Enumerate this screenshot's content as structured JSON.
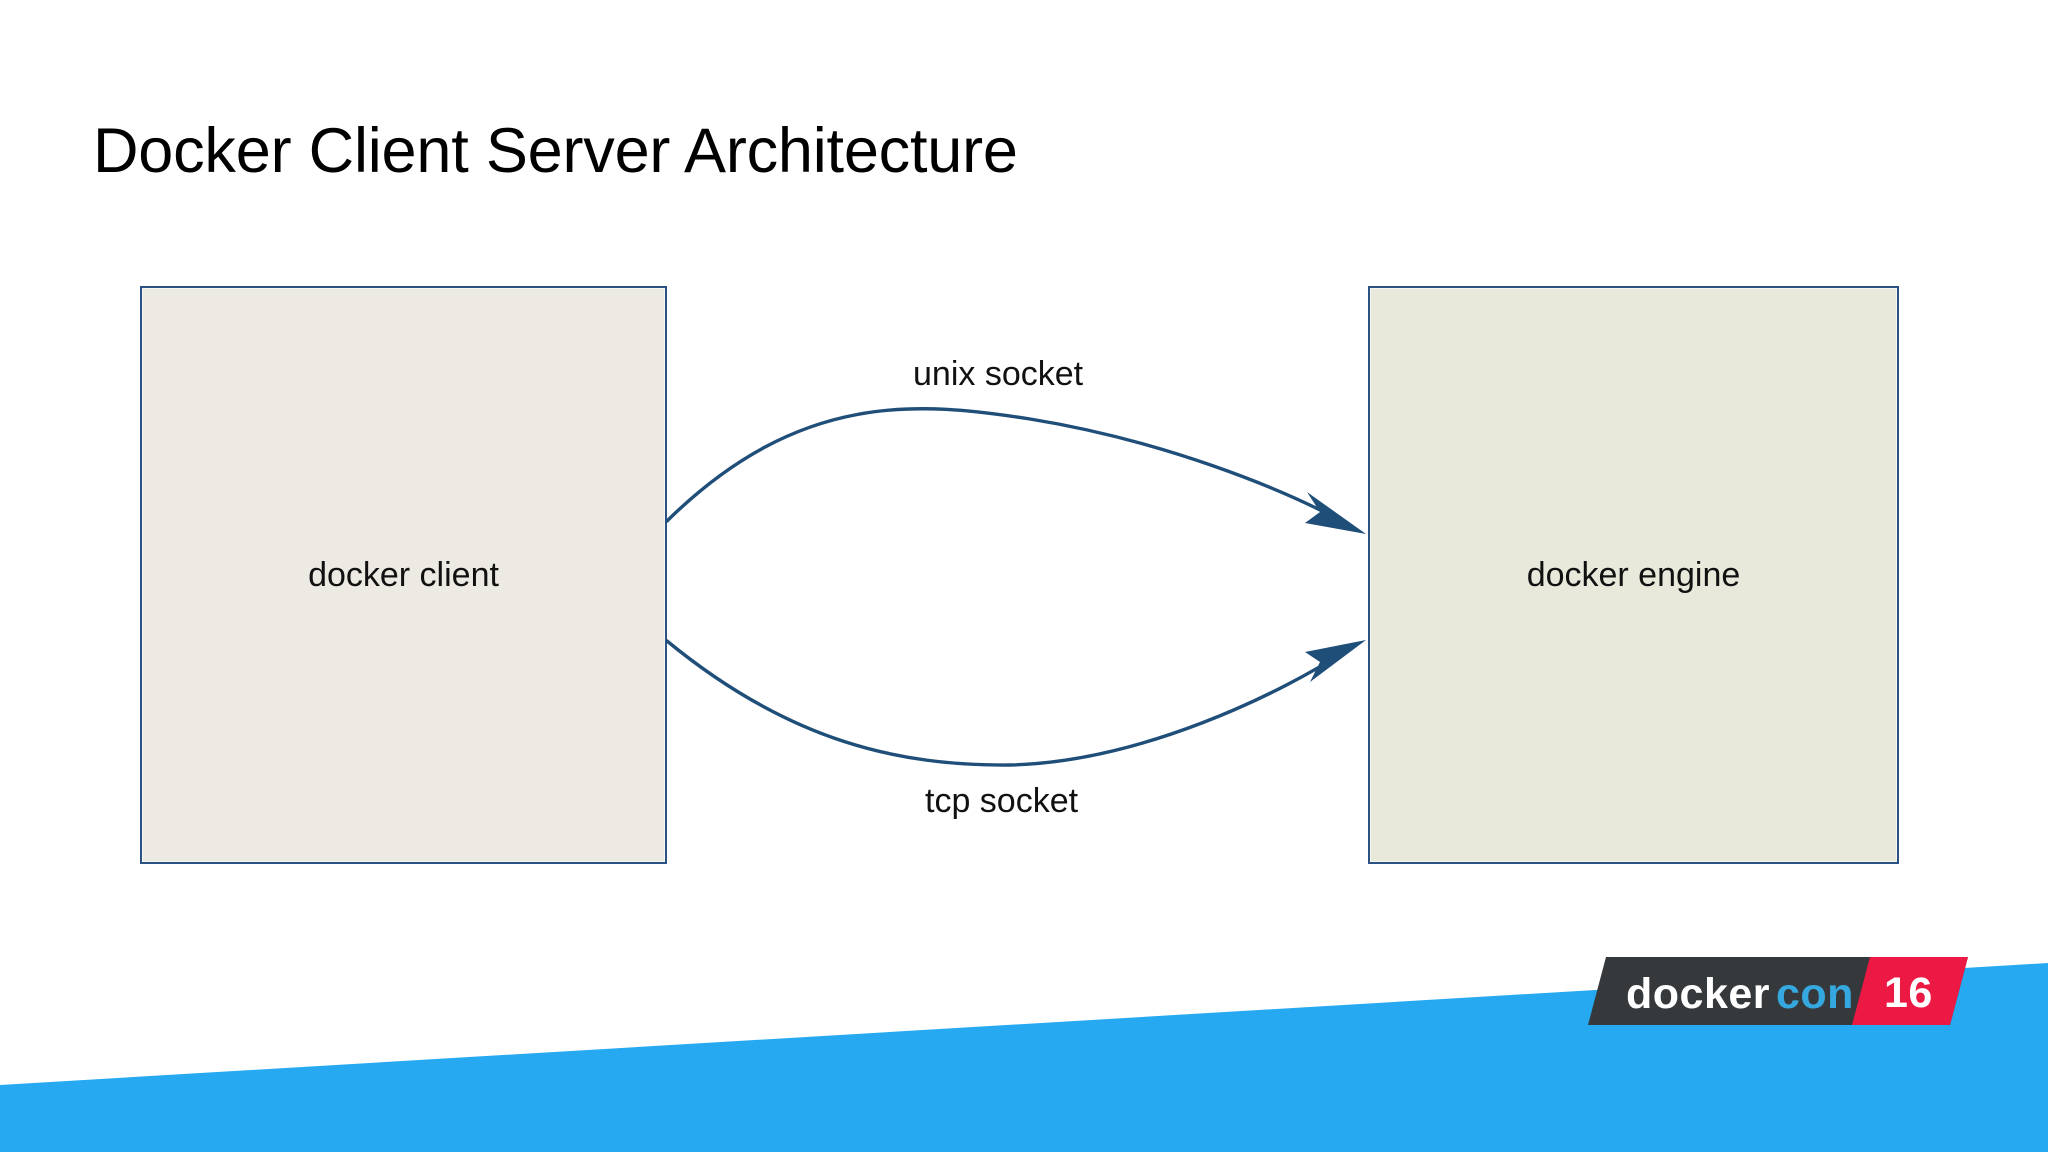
{
  "slide": {
    "title": "Docker Client Server Architecture",
    "background_color": "#ffffff"
  },
  "diagram": {
    "nodes": [
      {
        "id": "docker-client",
        "label": "docker client",
        "fill_color": "#eceae2",
        "border_color": "#2c5183"
      },
      {
        "id": "docker-engine",
        "label": "docker engine",
        "fill_color": "#e8e9db",
        "border_color": "#2c5183"
      }
    ],
    "edges": [
      {
        "id": "unix-socket",
        "label": "unix socket",
        "from": "docker client",
        "to": "docker engine",
        "color": "#1f4e79",
        "direction": "right"
      },
      {
        "id": "tcp-socket",
        "label": "tcp socket",
        "from": "docker client",
        "to": "docker engine",
        "color": "#1f4e79",
        "direction": "right"
      }
    ]
  },
  "footer": {
    "banner_color": "#26a9f0",
    "logo": {
      "word_primary": "docker",
      "word_secondary": "con",
      "year": "16",
      "primary_color": "#ffffff",
      "secondary_color": "#35a8e0",
      "plate_dark_color": "#35393b",
      "plate_red_color": "#ec1944"
    }
  }
}
